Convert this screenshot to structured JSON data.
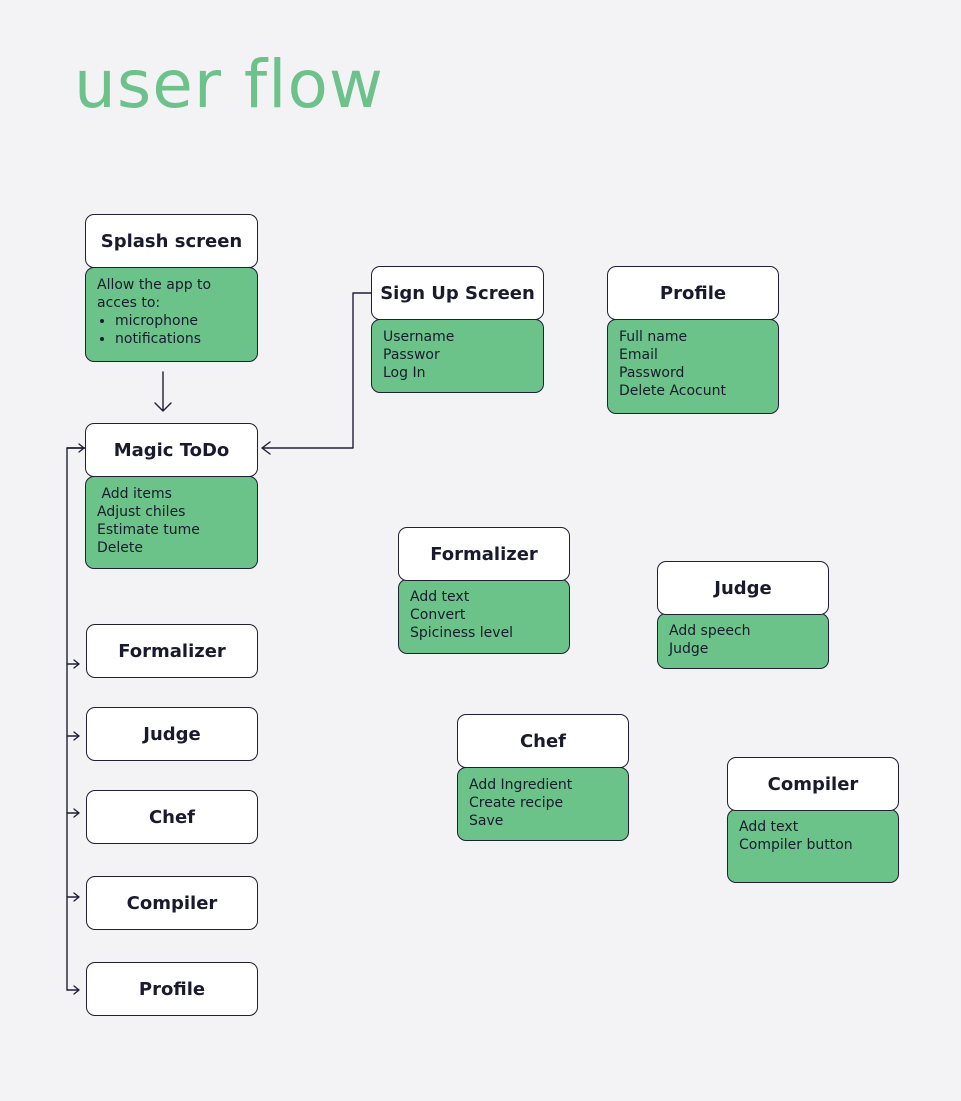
{
  "title": "user flow",
  "nodes": {
    "splash": {
      "header": "Splash screen",
      "lines": [
        "Allow the app to",
        "acces to:"
      ],
      "bullets": [
        "microphone",
        "notifications"
      ]
    },
    "magic": {
      "header": "Magic ToDo",
      "lines": [
        " Add items",
        "Adjust chiles",
        "Estimate tume",
        "Delete"
      ]
    },
    "signup": {
      "header": "Sign Up Screen",
      "lines": [
        "Username",
        "Passwor",
        "Log In"
      ]
    },
    "profile_detail": {
      "header": "Profile",
      "lines": [
        "Full name",
        "Email",
        "Password",
        "Delete Acocunt"
      ]
    },
    "formalizer_detail": {
      "header": "Formalizer",
      "lines": [
        "Add text",
        "Convert",
        "Spiciness level"
      ]
    },
    "judge_detail": {
      "header": "Judge",
      "lines": [
        "Add speech",
        "Judge"
      ]
    },
    "chef_detail": {
      "header": "Chef",
      "lines": [
        "Add Ingredient",
        "Create recipe",
        "Save"
      ]
    },
    "compiler_detail": {
      "header": "Compiler",
      "lines": [
        "Add text",
        "Compiler button"
      ]
    }
  },
  "menu_items": [
    "Formalizer",
    "Judge",
    "Chef",
    "Compiler",
    "Profile"
  ],
  "colors": {
    "title": "#6cc28a",
    "box_body": "#6bc38a",
    "box_header": "#ffffff",
    "outline": "#1f1f35",
    "background": "#f3f3f6"
  }
}
